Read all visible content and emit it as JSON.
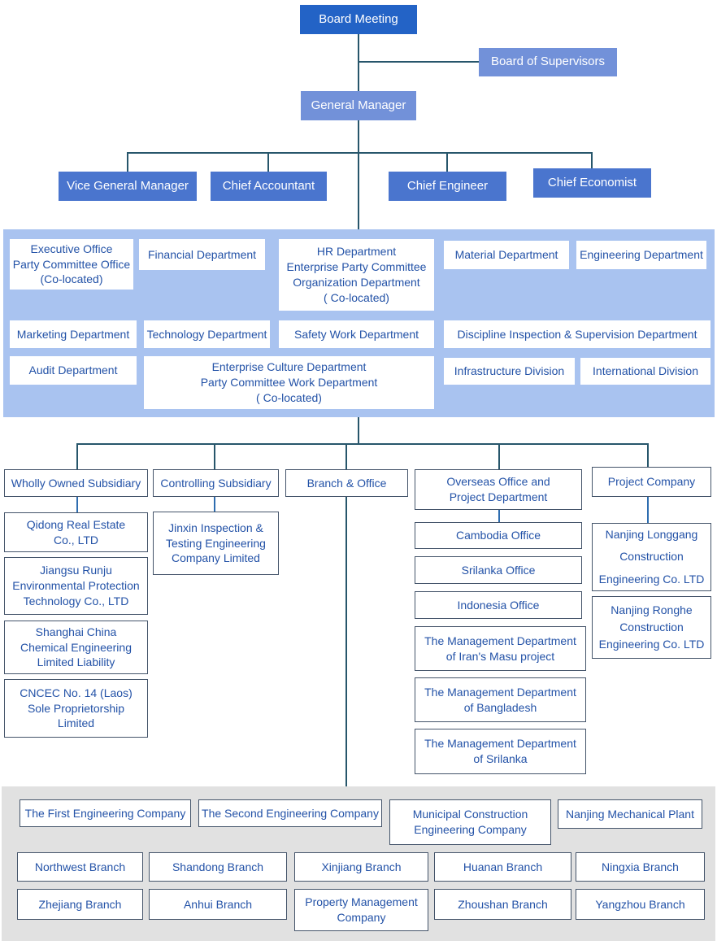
{
  "palette": {
    "dark_blue": "#2363c6",
    "medium_blue": "#4a75ce",
    "light_blue": "#7291d9",
    "band_bg": "#a9c3f0",
    "gray_band_bg": "#e1e1e1",
    "box_text": "#2352a7",
    "border": "#44546a",
    "line_dark": "#27566b",
    "line_blue": "#2e6db0"
  },
  "nodes": {
    "board_meeting": "Board Meeting",
    "board_of_supervisors": "Board of Supervisors",
    "general_manager": "General Manager",
    "vice_general_manager": "Vice General Manager",
    "chief_accountant": "Chief Accountant",
    "chief_engineer": "Chief Engineer",
    "chief_economist": "Chief Economist",
    "executive_office": "Executive Office\nParty Committee Office\n(Co-located)",
    "financial_department": "Financial Department",
    "hr_department": "HR Department\nEnterprise Party Committee\nOrganization Department\n( Co-located)",
    "material_department": "Material Department",
    "engineering_department": "Engineering Department",
    "marketing_department": "Marketing Department",
    "technology_department": "Technology Department",
    "safety_work_department": "Safety Work Department",
    "discipline_department": "Discipline Inspection & Supervision Department",
    "audit_department": "Audit Department",
    "enterprise_culture_department": "Enterprise Culture Department\nParty Committee Work Department\n( Co-located)",
    "infrastructure_division": "Infrastructure Division",
    "international_division": "International Division",
    "wholly_owned_subsidiary": "Wholly Owned Subsidiary",
    "controlling_subsidiary": "Controlling Subsidiary",
    "branch_and_office": "Branch & Office",
    "overseas_office_dept": "Overseas Office and\nProject Department",
    "project_company": "Project Company",
    "qidong": "Qidong Real Estate\nCo., LTD",
    "jiangsu_runju": "Jiangsu Runju\nEnvironmental Protection\nTechnology Co., LTD",
    "shanghai_china": "Shanghai China\nChemical Engineering\nLimited Liability",
    "cncec_laos": "CNCEC No. 14 (Laos)\nSole Proprietorship\nLimited",
    "jinxin": "Jinxin Inspection &\nTesting Engineering\nCompany Limited",
    "cambodia_office": "Cambodia Office",
    "srilanka_office": "Srilanka Office",
    "indonesia_office": "Indonesia Office",
    "iran_masu_dept": "The Management Department\nof Iran's Masu project",
    "bangladesh_dept": "The Management Department\nof Bangladesh",
    "srilanka_dept": "The Management Department\nof Srilanka",
    "nanjing_longgang": "Nanjing Longgang\nConstruction\nEngineering Co. LTD",
    "nanjing_ronghe": "Nanjing Ronghe\nConstruction\nEngineering Co. LTD",
    "first_engineering": "The First Engineering Company",
    "second_engineering": "The Second Engineering Company",
    "municipal_construction": "Municipal Construction\nEngineering Company",
    "nanjing_mechanical": "Nanjing Mechanical Plant",
    "northwest_branch": "Northwest Branch",
    "shandong_branch": "Shandong Branch",
    "xinjiang_branch": "Xinjiang Branch",
    "huanan_branch": "Huanan Branch",
    "ningxia_branch": "Ningxia Branch",
    "zhejiang_branch": "Zhejiang Branch",
    "anhui_branch": "Anhui Branch",
    "property_management": "Property Management\nCompany",
    "zhoushan_branch": "Zhoushan Branch",
    "yangzhou_branch": "Yangzhou Branch"
  }
}
